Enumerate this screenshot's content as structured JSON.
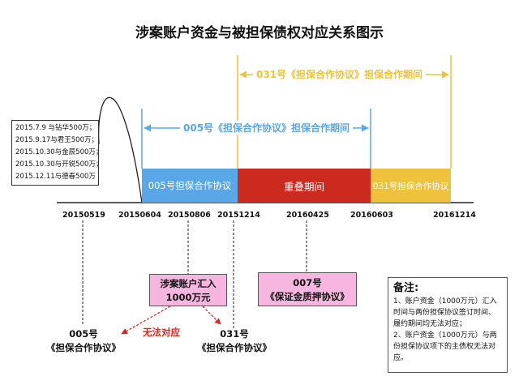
{
  "title": "涉案账户资金与被担保债权对应关系图示",
  "periods": {
    "p031": "031号《担保合作协议》担保合作期间",
    "p005": "005号《担保合作协议》担保合作期间"
  },
  "bars": {
    "b005": "005号担保合作协议",
    "overlap": "重叠期间",
    "b031": "031号担保合作协议"
  },
  "dates": [
    "20150519",
    "20150604",
    "20150806",
    "20151214",
    "20160425",
    "20160603",
    "20161214"
  ],
  "guarantees": [
    "2015.7.9 与钻华500万；",
    "2015.9.17与君王500万；",
    "2015.10.30与金辰500万；",
    "2015.10.30与开锐500万；",
    "2015.12.11与德春500万"
  ],
  "deposit": {
    "line1": "涉案账户汇入",
    "line2": "1000万元"
  },
  "pledge": {
    "line1": "007号",
    "line2": "《保证金质押协议》"
  },
  "doc005": {
    "line1": "005号",
    "line2": "《担保合作协议》"
  },
  "doc031": {
    "line1": "031号",
    "line2": "《担保合作协议》"
  },
  "no_match": "无法对应",
  "remarks": {
    "title": "备注:",
    "item1": "1、账户资金（1000万元）汇入时间与两份担保协议签订时间、履约期间均无法对应；",
    "item2": "2、账户资金（1000万元）与两份担保协议项下的主债权无法对应。"
  },
  "colors": {
    "blue": "#5aa7e8",
    "red": "#cc2a1e",
    "gold": "#eec23c",
    "pink": "#f6b6e0",
    "no_match_red": "#d42a1f"
  }
}
